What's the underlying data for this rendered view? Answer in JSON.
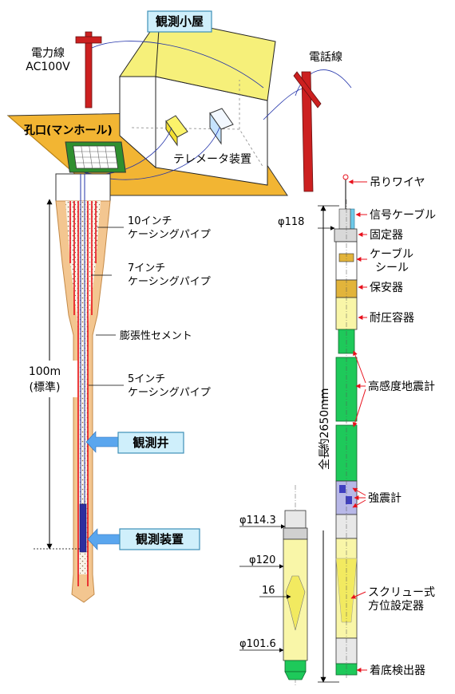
{
  "labels": {
    "hut": "観測小屋",
    "power_line_1": "電力線",
    "power_line_2": "AC100V",
    "phone_line": "電話線",
    "manhole": "孔口(マンホール)",
    "telemeter": "テレメータ装置",
    "casing_10": [
      "10インチ",
      "ケーシングパイプ"
    ],
    "casing_7": [
      "7インチ",
      "ケーシングパイプ"
    ],
    "cement": "膨張性セメント",
    "casing_5": [
      "5インチ",
      "ケーシングパイプ"
    ],
    "depth_1": "100m",
    "depth_2": "(標準)",
    "well": "観測井",
    "device": "観測装置",
    "hang_wire": "吊りワイヤ",
    "signal_cable": "信号ケーブル",
    "dia_118": "φ118",
    "fixer": "固定器",
    "cable_seal": [
      "ケーブル",
      "シール"
    ],
    "protector": "保安器",
    "pressure_vessel": "耐圧容器",
    "hs_seismo": "高感度地震計",
    "total_length": "全長",
    "length_value": "約2650mm",
    "strong_motion": "強震計",
    "dia_114": "φ114.3",
    "dia_120": "φ120",
    "dim_16": "16",
    "screw": [
      "スクリュー式",
      "方位設定器"
    ],
    "dia_101": "φ101.6",
    "bottom_detector": "着底検出器"
  },
  "colors": {
    "ground": "#f2b533",
    "hut_roof": "#f6f07a",
    "soil": "#f3c690",
    "casing_red": "#e8101c",
    "sensor_green": "#1ec95a",
    "protector_tan": "#e2b43b",
    "capsule_yellow": "#f9f6a8",
    "label_box": "#cfeffb",
    "arrow_blue": "#5aa6ee",
    "pole_red": "#cc2020"
  }
}
